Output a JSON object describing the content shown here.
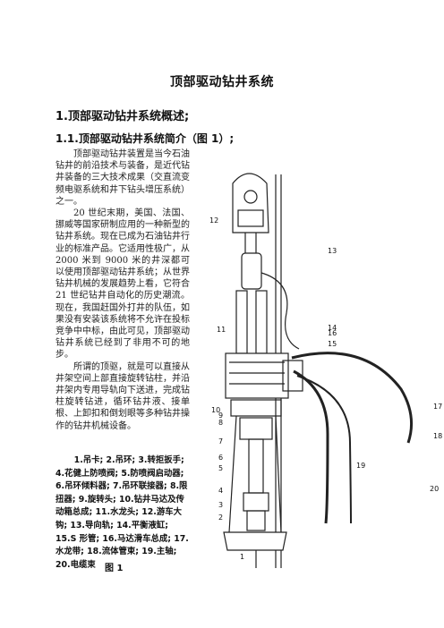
{
  "document": {
    "title": "顶部驱动钻井系统",
    "section_1": "1.顶部驱动钻井系统概述;",
    "section_1_1": "1.1.顶部驱动钻井系统简介（图 1）;",
    "paragraphs": [
      "顶部驱动钻井装置是当今石油钻井的前沿技术与装备，是近代钻井装备的三大技术成果（交直流变频电驱系统和井下钻头增压系统）之一。",
      "20 世纪末期，美国、法国、挪威等国家研制应用的一种新型的钻井系统。现在已成为石油钻井行业的标准产品。它适用性极广，从 2000 米到 9000 米的井深都可以使用顶部驱动钻井系统；从世界钻井机械的发展趋势上看，它符合 21 世纪钻井自动化的历史潮流。现在，我国赶国外打井的队伍，如果没有安装该系统将不允许在投标竞争中中标，由此可见，顶部驱动钻井系统已经到了非用不可的地步。",
      "所谓的顶驱，就是可以直接从井架空间上部直接旋转钻柱，并沿井架内专用导轨向下送进，完成钻柱旋转钻进，循环钻井液、接单根、上卸扣和倒划眼等多种钻井操作的钻井机械设备。"
    ],
    "figure_caption": "1.吊卡; 2.吊环; 3.转拒扳手; 4.花健上防喷阀; 5.防喷阀启动器; 6.吊环倾料器; 7.吊环联接器; 8.限扭器; 9.旋转头; 10.钻井马达及传动箱总成; 11.水龙头; 12.游车大钩; 13.导向轨; 14.平衡液缸; 15.S 形管; 16.马达滑车总成; 17.水龙带; 18.流体管束; 19.主轴; 20.电缆束",
    "figure_label": "图 1",
    "figure_callouts": [
      "12",
      "13",
      "14",
      "11",
      "16",
      "15",
      "10",
      "17",
      "9",
      "8",
      "18",
      "19",
      "7",
      "6",
      "20",
      "5",
      "4",
      "3",
      "2",
      "1"
    ]
  }
}
